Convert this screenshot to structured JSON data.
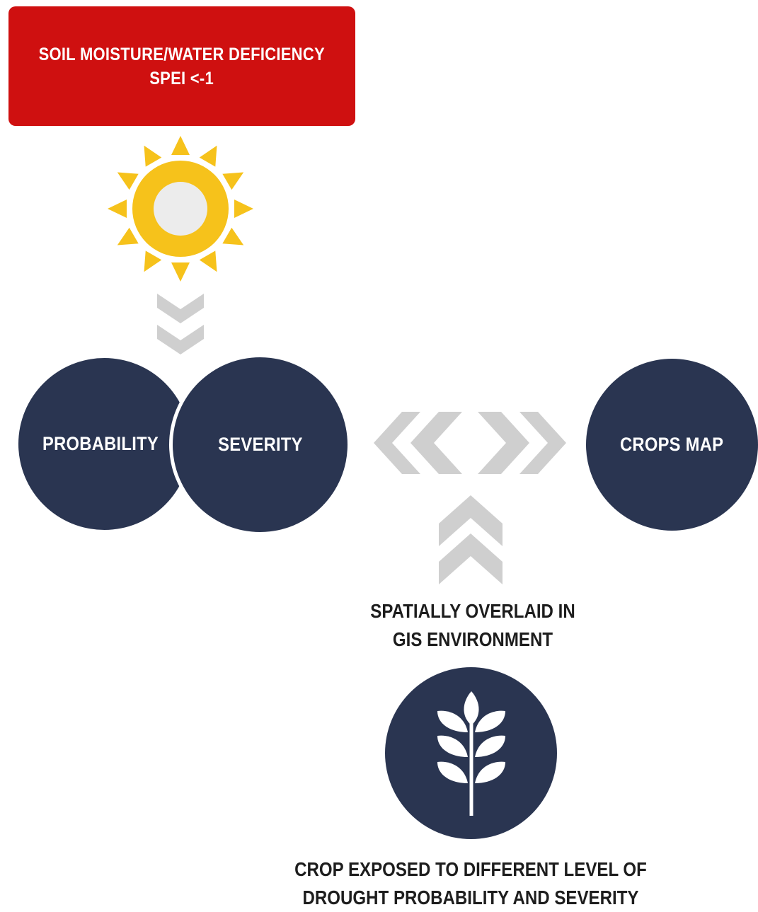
{
  "header_box": {
    "line1": "SOIL MOISTURE/WATER DEFICIENCY",
    "line2": "SPEI <-1",
    "color": "#cf1010"
  },
  "nodes": {
    "probability": "PROBABILITY",
    "severity": "SEVERITY",
    "crops_map": "CROPS MAP"
  },
  "overlay_caption": {
    "line1": "SPATIALLY OVERLAID IN",
    "line2": "GIS ENVIRONMENT"
  },
  "result_caption": {
    "line1": "CROP EXPOSED TO DIFFERENT LEVEL OF",
    "line2": "DROUGHT PROBABILITY AND SEVERITY"
  },
  "icons": [
    "sun-icon",
    "chevron-down-icon",
    "chevron-left-icon",
    "chevron-right-icon",
    "chevron-up-icon",
    "wheat-icon"
  ],
  "colors": {
    "node_fill": "#2a3551",
    "sun": "#f6c21b",
    "chevron": "#cfcfcf"
  }
}
